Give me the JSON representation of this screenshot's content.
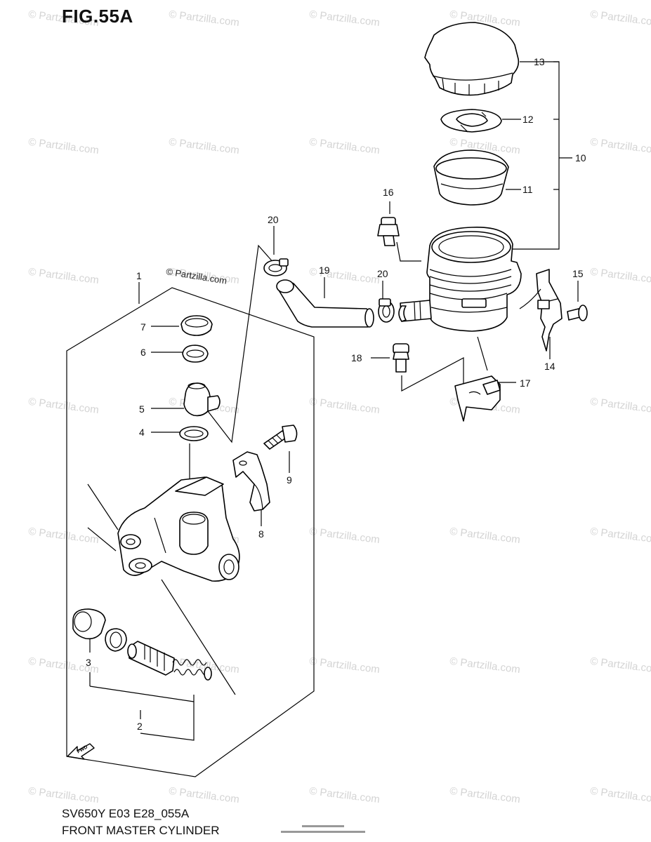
{
  "figure": {
    "title": "FIG.55A",
    "model_code": "SV650Y E03 E28_055A",
    "name": "FRONT MASTER CYLINDER"
  },
  "copyright_tag": "© Partzilla.com",
  "watermark_text": "© Partzilla.com",
  "arrow_label": "FWD",
  "callouts": [
    "1",
    "2",
    "3",
    "4",
    "5",
    "6",
    "7",
    "8",
    "9",
    "10",
    "11",
    "12",
    "13",
    "14",
    "15",
    "16",
    "17",
    "18",
    "19",
    "20",
    "20"
  ],
  "colors": {
    "line": "#000000",
    "watermark": "#d4d4d4",
    "background": "#ffffff"
  }
}
